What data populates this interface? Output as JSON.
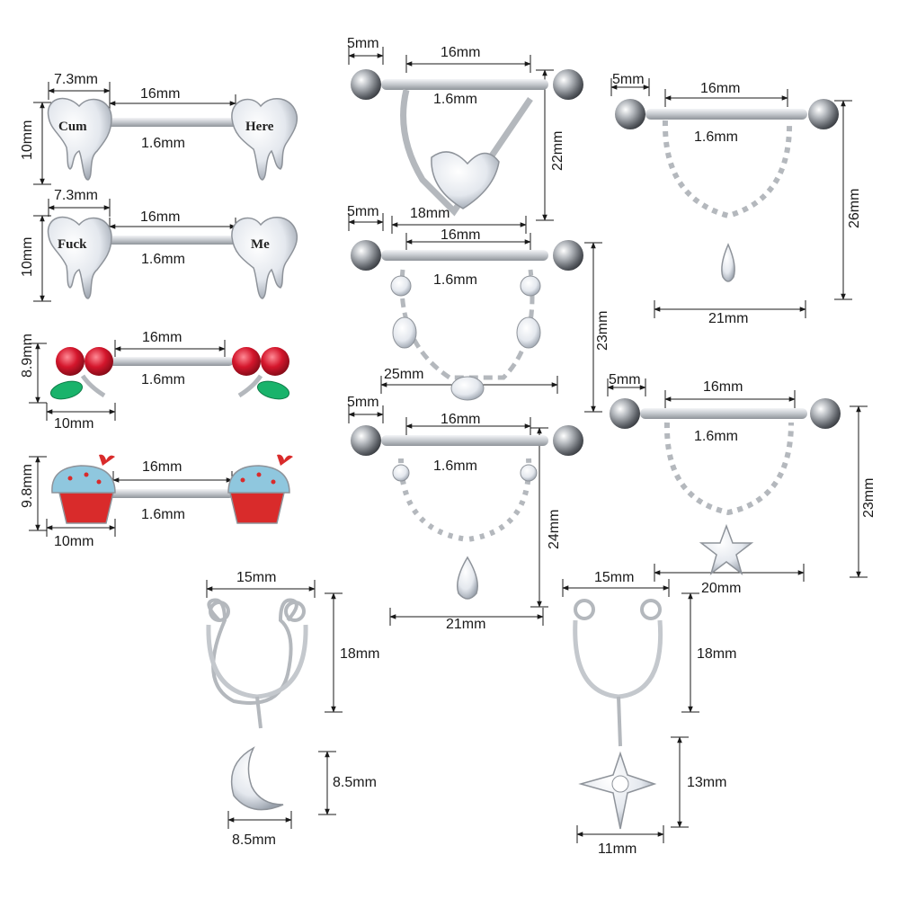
{
  "colors": {
    "metal": "#c9ccd1",
    "metal_dark": "#8e939a",
    "line": "#1a1a1a",
    "ruby": "#d4162c",
    "emerald": "#19b36b",
    "frosting": "#8fc7de",
    "cup": "#d92b2b",
    "crystal": "#f2f4f7"
  },
  "icons": [
    "heart-barbell-icon",
    "cherry-barbell-icon",
    "cupcake-barbell-icon",
    "chain-shield-icon",
    "horseshoe-clip-icon",
    "moon-charm-icon",
    "star-charm-icon"
  ],
  "items": [
    {
      "name": "heart-cum-here",
      "words": [
        "Cum",
        "Here"
      ],
      "dims": [
        "7.3mm",
        "16mm",
        "1.6mm",
        "10mm"
      ]
    },
    {
      "name": "heart-fuck-me",
      "words": [
        "Fuck",
        "Me"
      ],
      "dims": [
        "7.3mm",
        "16mm",
        "1.6mm",
        "10mm"
      ]
    },
    {
      "name": "cherry",
      "dims": [
        "16mm",
        "1.6mm",
        "8.9mm",
        "10mm"
      ]
    },
    {
      "name": "cupcake",
      "dims": [
        "16mm",
        "1.6mm",
        "9.8mm",
        "10mm"
      ]
    },
    {
      "name": "heart-gem-shield",
      "dims": [
        "5mm",
        "16mm",
        "1.6mm",
        "22mm",
        "18mm"
      ]
    },
    {
      "name": "bee-shield",
      "dims": [
        "5mm",
        "16mm",
        "1.6mm",
        "23mm",
        "25mm"
      ]
    },
    {
      "name": "teardrop-shield",
      "dims": [
        "5mm",
        "16mm",
        "1.6mm",
        "24mm",
        "21mm"
      ]
    },
    {
      "name": "marquise-shield",
      "dims": [
        "5mm",
        "16mm",
        "1.6mm",
        "26mm",
        "21mm"
      ]
    },
    {
      "name": "star-shield",
      "dims": [
        "5mm",
        "16mm",
        "1.6mm",
        "23mm",
        "20mm"
      ]
    },
    {
      "name": "moon-clip",
      "dims": [
        "15mm",
        "18mm",
        "8.5mm",
        "8.5mm"
      ]
    },
    {
      "name": "north-star-clip",
      "dims": [
        "15mm",
        "18mm",
        "13mm",
        "11mm"
      ]
    }
  ]
}
